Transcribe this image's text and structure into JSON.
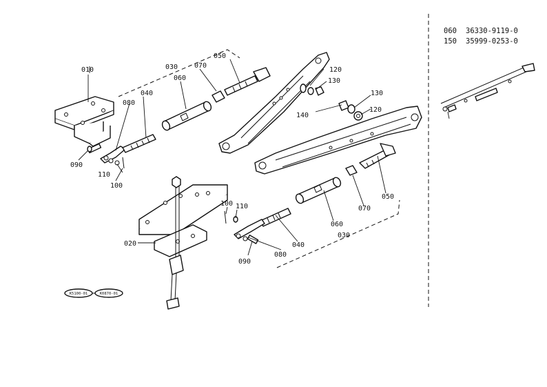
{
  "callouts": {
    "c010": "010",
    "c020": "020",
    "c030_top": "030",
    "c030_bottom": "030",
    "c040_top": "040",
    "c040_bottom": "040",
    "c050_top": "050",
    "c050_bottom": "050",
    "c060_top": "060",
    "c060_bottom": "060",
    "c070_top": "070",
    "c070_bottom": "070",
    "c080_top": "080",
    "c080_bottom": "080",
    "c090_top": "090",
    "c090_bottom": "090",
    "c100_top": "100",
    "c100_bottom": "100",
    "c110_top": "110",
    "c110_bottom": "110",
    "c120_top": "120",
    "c120_right": "120",
    "c130_top": "130",
    "c130_right": "130",
    "c140": "140"
  },
  "reference_table": [
    {
      "ref": "060",
      "part_number": "36330-9119-0"
    },
    {
      "ref": "150",
      "part_number": "35999-0253-0"
    }
  ],
  "serial_ovals": {
    "from": "K5100-01",
    "to": "K0870-01"
  }
}
